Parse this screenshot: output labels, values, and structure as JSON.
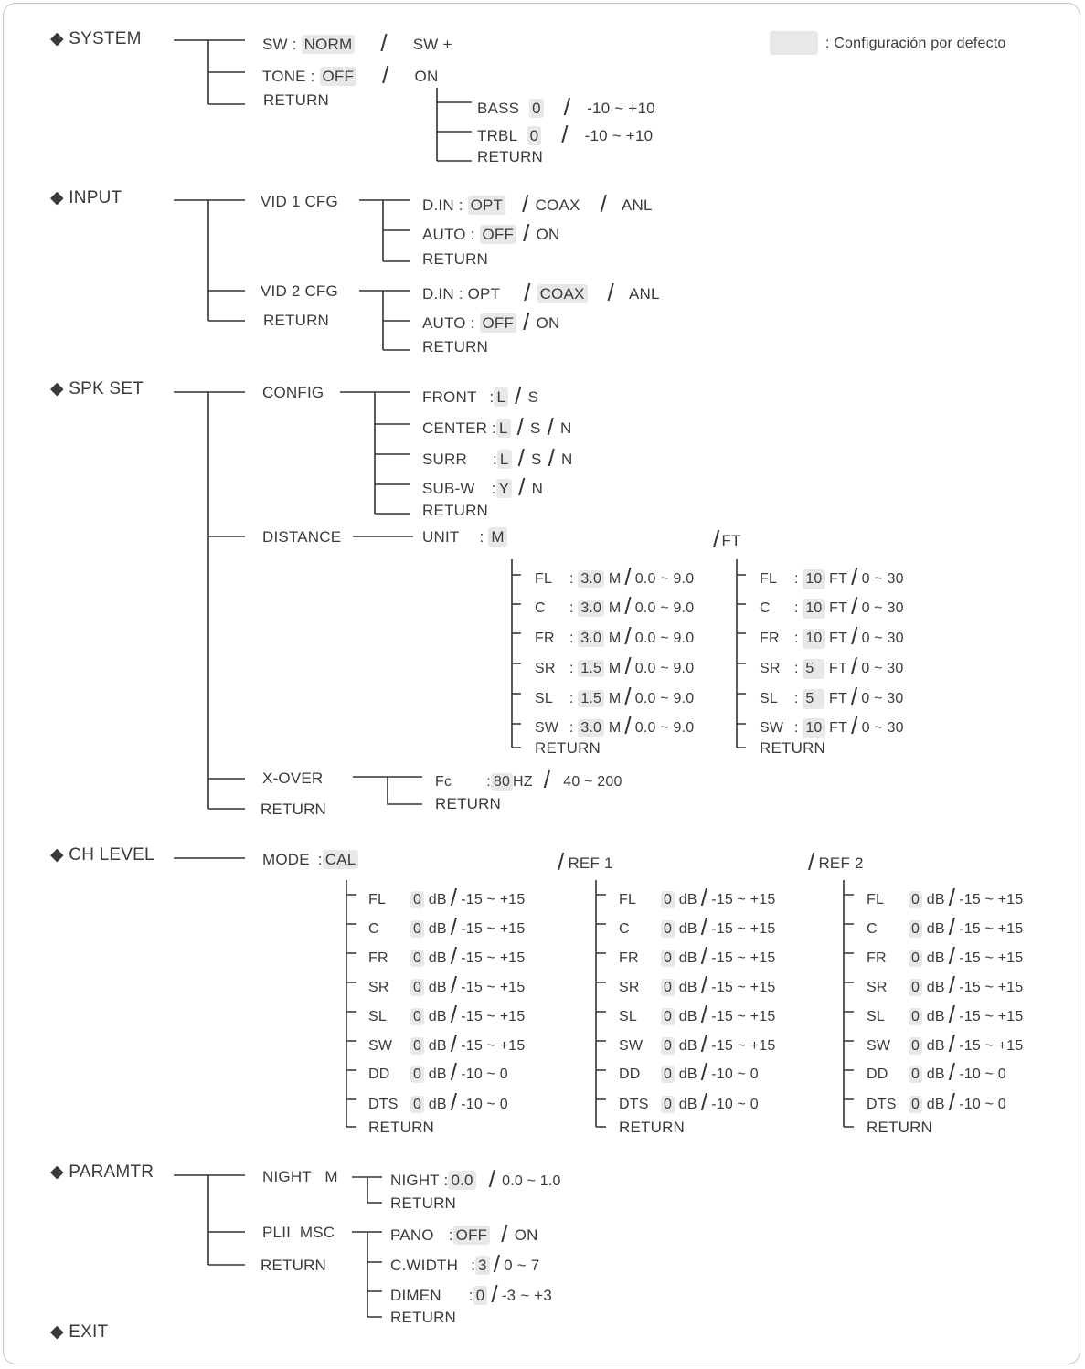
{
  "legend": {
    "text": ": Configuración por defecto",
    "color": "#e8e8e8"
  },
  "system": {
    "title": "SYSTEM",
    "sw": "SW :",
    "sw_def": "NORM",
    "sw_alt": "SW +",
    "tone": "TONE :",
    "tone_def": "OFF",
    "tone_alt": "ON",
    "bass": "BASS",
    "bass_val": "0",
    "bass_range": "-10 ~ +10",
    "trbl": "TRBL",
    "trbl_val": "0",
    "trbl_range": "-10 ~ +10",
    "return": "RETURN"
  },
  "input": {
    "title": "INPUT",
    "vid1": "VID 1 CFG",
    "vid2": "VID 2 CFG",
    "din": "D.IN :",
    "din2": "D.IN : OPT",
    "opt": "OPT",
    "coax": "COAX",
    "anl": "ANL",
    "auto": "AUTO :",
    "off": "OFF",
    "on": "ON",
    "return": "RETURN"
  },
  "spk": {
    "title": "SPK SET",
    "config": "CONFIG",
    "distance": "DISTANCE",
    "xover": "X-OVER",
    "return": "RETURN",
    "front": "FRONT",
    "center": "CENTER :",
    "surr": "SURR",
    "subw": "SUB-W",
    "colon": ":",
    "L": "L",
    "S": "S",
    "N": "N",
    "Y": "Y",
    "unit": "UNIT",
    "unit_colon": ":",
    "M": "M",
    "FT": "FT",
    "meters": [
      {
        "ch": "FL",
        "val": "3.0",
        "u": "M",
        "range": "0.0 ~ 9.0"
      },
      {
        "ch": "C",
        "val": "3.0",
        "u": "M",
        "range": "0.0 ~ 9.0"
      },
      {
        "ch": "FR",
        "val": "3.0",
        "u": "M",
        "range": "0.0 ~ 9.0"
      },
      {
        "ch": "SR",
        "val": "1.5",
        "u": "M",
        "range": "0.0 ~ 9.0"
      },
      {
        "ch": "SL",
        "val": "1.5",
        "u": "M",
        "range": "0.0 ~ 9.0"
      },
      {
        "ch": "SW",
        "val": "3.0",
        "u": "M",
        "range": "0.0 ~ 9.0"
      }
    ],
    "feet": [
      {
        "ch": "FL",
        "val": "10",
        "u": "FT",
        "range": "0 ~ 30"
      },
      {
        "ch": "C",
        "val": "10",
        "u": "FT",
        "range": "0 ~ 30"
      },
      {
        "ch": "FR",
        "val": "10",
        "u": "FT",
        "range": "0 ~ 30"
      },
      {
        "ch": "SR",
        "val": "5",
        "u": "FT",
        "range": "0 ~ 30"
      },
      {
        "ch": "SL",
        "val": "5",
        "u": "FT",
        "range": "0 ~ 30"
      },
      {
        "ch": "SW",
        "val": "10",
        "u": "FT",
        "range": "0 ~ 30"
      }
    ],
    "fc": "Fc",
    "fc_colon": ":",
    "fc_val": "80",
    "fc_unit": "HZ",
    "fc_range": "40 ~ 200"
  },
  "ch": {
    "title": "CH LEVEL",
    "mode": "MODE",
    "mode_colon": ":",
    "cal": "CAL",
    "ref1": "REF 1",
    "ref2": "REF 2",
    "db": "dB",
    "return": "RETURN",
    "rows": [
      {
        "ch": "FL",
        "val": "0",
        "range": "-15 ~ +15"
      },
      {
        "ch": "C",
        "val": "0",
        "range": "-15 ~ +15"
      },
      {
        "ch": "FR",
        "val": "0",
        "range": "-15 ~ +15"
      },
      {
        "ch": "SR",
        "val": "0",
        "range": "-15 ~ +15"
      },
      {
        "ch": "SL",
        "val": "0",
        "range": "-15 ~ +15"
      },
      {
        "ch": "SW",
        "val": "0",
        "range": "-15 ~ +15"
      },
      {
        "ch": "DD",
        "val": "0",
        "range": "-10 ~ 0"
      },
      {
        "ch": "DTS",
        "val": "0",
        "range": "-10 ~ 0"
      }
    ]
  },
  "param": {
    "title": "PARAMTR",
    "night_m": "NIGHT   M",
    "night": "NIGHT",
    "night_colon": ":",
    "night_val": "0.0",
    "night_range": "0.0 ~ 1.0",
    "plii": "PLII  MSC",
    "pano": "PANO",
    "pano_colon": ":",
    "off": "OFF",
    "on": "ON",
    "cwidth": "C.WIDTH",
    "cw_colon": ":",
    "cw_val": "3",
    "cw_range": "0 ~ 7",
    "dimen": "DIMEN",
    "dim_colon": ":",
    "dim_val": "0",
    "dim_range": "-3 ~ +3",
    "return": "RETURN"
  },
  "exit": {
    "title": "EXIT"
  }
}
